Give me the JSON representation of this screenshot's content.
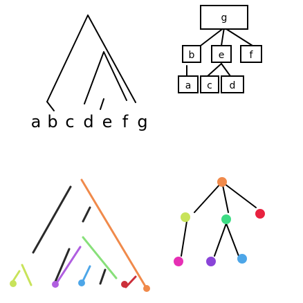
{
  "tree_diagram": {
    "leaf_labels": [
      "a",
      "b",
      "c",
      "d",
      "e",
      "f",
      "g"
    ]
  },
  "box_tree": {
    "nodes": [
      {
        "label": "g"
      },
      {
        "label": "b"
      },
      {
        "label": "e"
      },
      {
        "label": "f"
      },
      {
        "label": "a"
      },
      {
        "label": "c"
      },
      {
        "label": "d"
      }
    ]
  },
  "colored_tree": {
    "edge_colors": [
      "#f08a4b",
      "#88e07a",
      "#2a2a2a",
      "#cc2f3a",
      "#b05fe0",
      "#4da6e8",
      "#c8e35a"
    ]
  },
  "radial_tree": {
    "node_colors": {
      "root": "#f08a4b",
      "left_child": "#c8e35a",
      "middle_child": "#3ddc84",
      "right_child": "#e8223f",
      "leaf_pink": "#e62fb4",
      "leaf_purple": "#8a44d8",
      "leaf_blue": "#4da6e8"
    }
  }
}
